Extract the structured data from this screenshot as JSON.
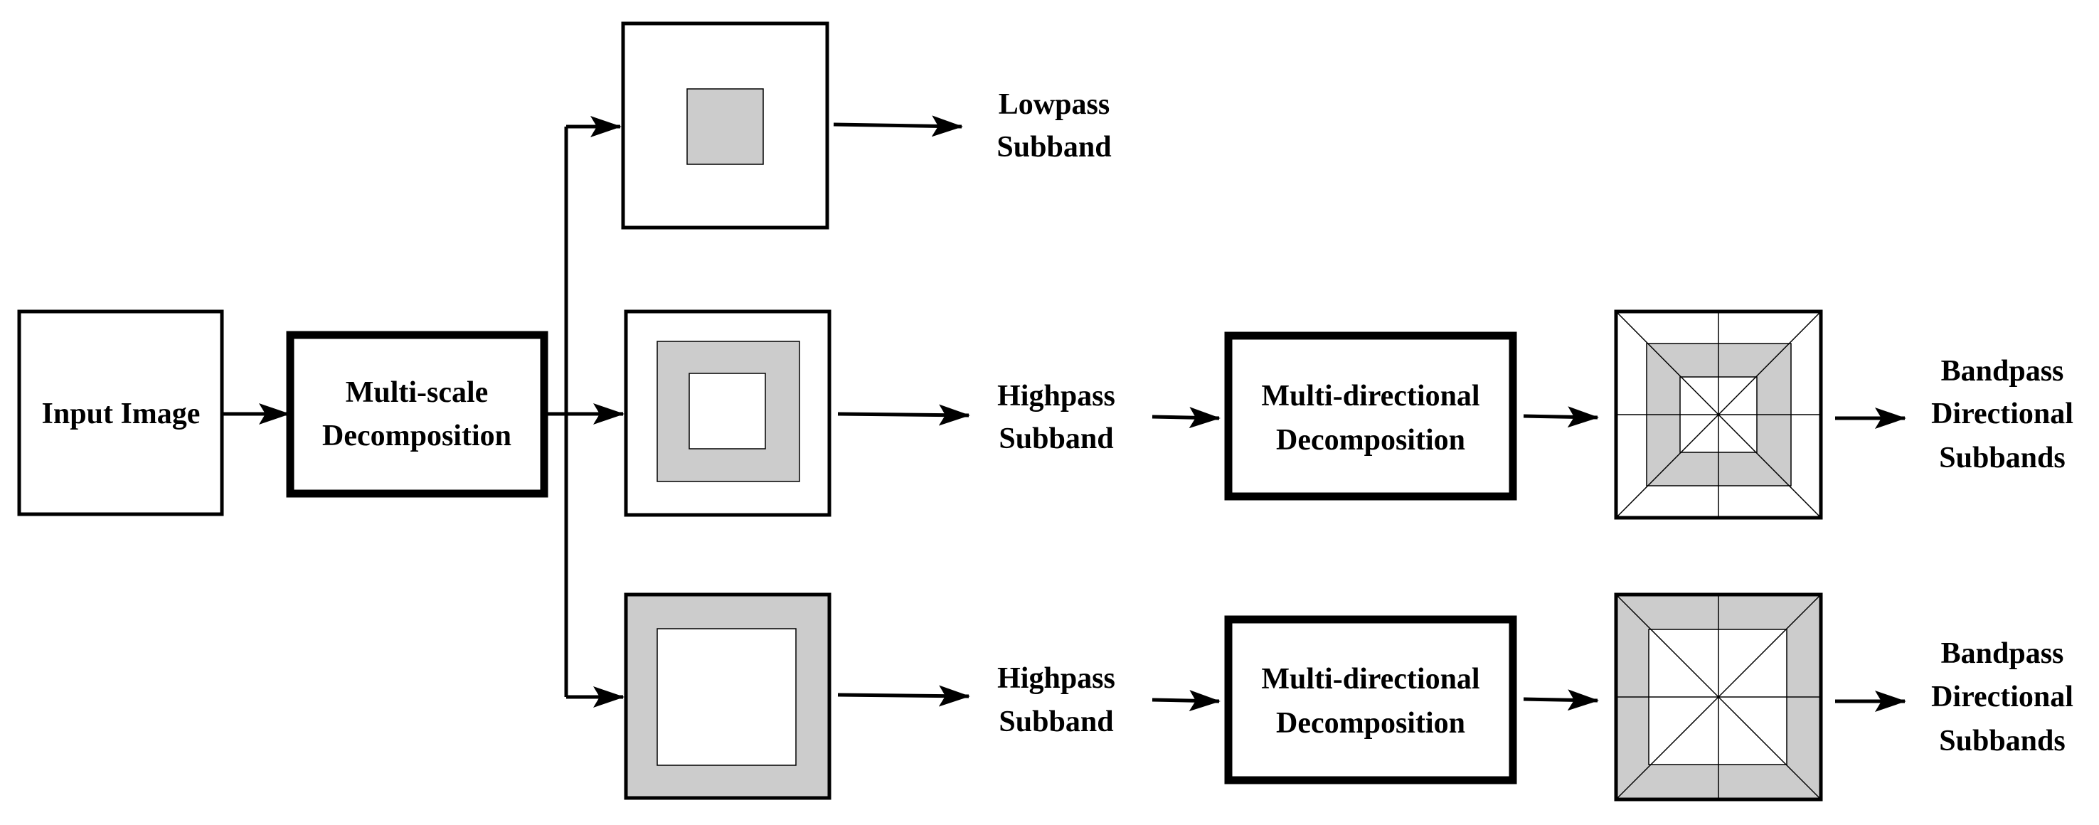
{
  "diagram": {
    "input": {
      "label": "Input Image"
    },
    "multiscale": {
      "line1": "Multi-scale",
      "line2": "Decomposition"
    },
    "lowpass": {
      "line1": "Lowpass",
      "line2": "Subband"
    },
    "highpass_1": {
      "line1": "Highpass",
      "line2": "Subband"
    },
    "highpass_2": {
      "line1": "Highpass",
      "line2": "Subband"
    },
    "multidirectional_1": {
      "line1": "Multi-directional",
      "line2": "Decomposition"
    },
    "multidirectional_2": {
      "line1": "Multi-directional",
      "line2": "Decomposition"
    },
    "bandpass_1": {
      "line1": "Bandpass",
      "line2": "Directional",
      "line3": "Subbands"
    },
    "bandpass_2": {
      "line1": "Bandpass",
      "line2": "Directional",
      "line3": "Subbands"
    },
    "colors": {
      "stroke": "#000000",
      "subband_fill": "#cccccc",
      "background": "#ffffff"
    }
  }
}
